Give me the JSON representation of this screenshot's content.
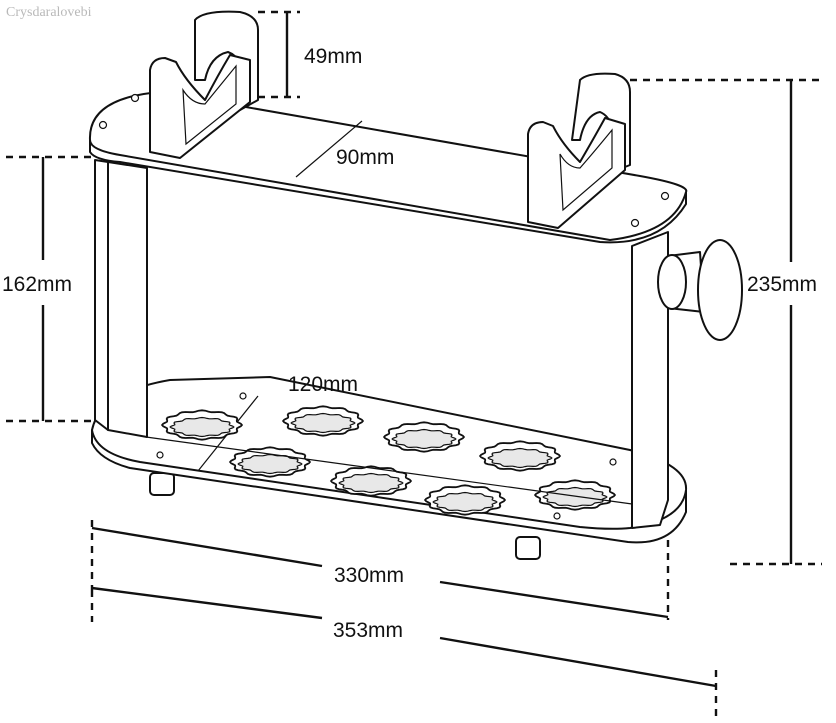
{
  "watermark": "Crysdaralovebi",
  "dimensions": {
    "cradle_height": "49mm",
    "top_depth": "90mm",
    "side_height": "162mm",
    "total_height": "235mm",
    "base_depth": "120mm",
    "inner_width": "330mm",
    "total_width": "353mm"
  },
  "holes": {
    "count": 8
  }
}
